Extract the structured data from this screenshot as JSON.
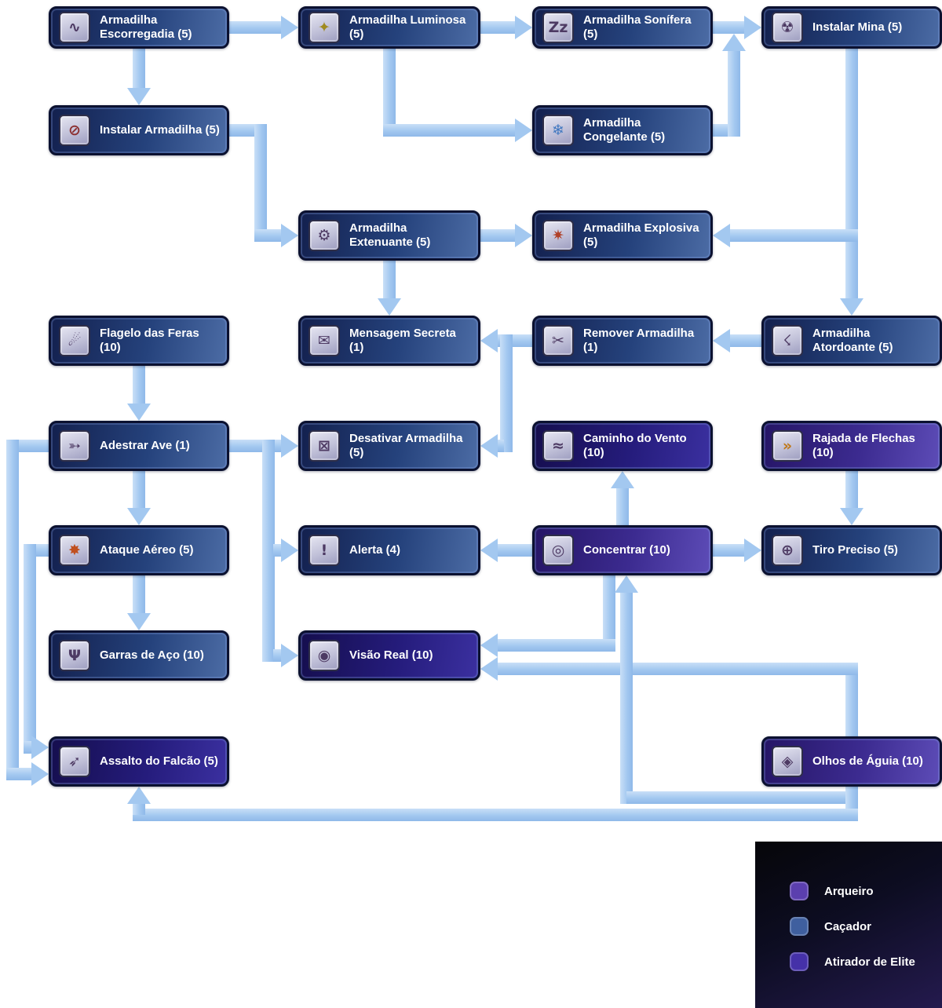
{
  "colors": {
    "arrow": "#a3c8f0",
    "cacador_node": "#25427c",
    "arqueiro_node": "#3c2b90",
    "atirador_node": "#251c7c"
  },
  "nodes": [
    {
      "id": "armadilha-escorregadia",
      "label": "Armadilha Escorregadia (5)",
      "class": "cacador",
      "icon_glyph": "∿"
    },
    {
      "id": "armadilha-luminosa",
      "label": "Armadilha Luminosa (5)",
      "class": "cacador",
      "icon_glyph": "✦"
    },
    {
      "id": "armadilha-sonifera",
      "label": "Armadilha Sonífera (5)",
      "class": "cacador",
      "icon_glyph": "Zz"
    },
    {
      "id": "instalar-mina",
      "label": "Instalar Mina (5)",
      "class": "cacador",
      "icon_glyph": "☢"
    },
    {
      "id": "instalar-armadilha",
      "label": "Instalar Armadilha (5)",
      "class": "cacador",
      "icon_glyph": "⊘"
    },
    {
      "id": "armadilha-congelante",
      "label": "Armadilha Congelante (5)",
      "class": "cacador",
      "icon_glyph": "❄"
    },
    {
      "id": "armadilha-extenuante",
      "label": "Armadilha Extenuante (5)",
      "class": "cacador",
      "icon_glyph": "⚙"
    },
    {
      "id": "armadilha-explosiva",
      "label": "Armadilha Explosiva (5)",
      "class": "cacador",
      "icon_glyph": "✷"
    },
    {
      "id": "flagelo-das-feras",
      "label": "Flagelo das Feras (10)",
      "class": "cacador",
      "icon_glyph": "☄"
    },
    {
      "id": "mensagem-secreta",
      "label": "Mensagem Secreta (1)",
      "class": "cacador",
      "icon_glyph": "✉"
    },
    {
      "id": "remover-armadilha",
      "label": "Remover Armadilha (1)",
      "class": "cacador",
      "icon_glyph": "✂"
    },
    {
      "id": "armadilha-atordoante",
      "label": "Armadilha Atordoante (5)",
      "class": "cacador",
      "icon_glyph": "☇"
    },
    {
      "id": "adestrar-ave",
      "label": "Adestrar Ave (1)",
      "class": "cacador",
      "icon_glyph": "➳"
    },
    {
      "id": "desativar-armadilha",
      "label": "Desativar Armadilha (5)",
      "class": "cacador",
      "icon_glyph": "⊠"
    },
    {
      "id": "caminho-do-vento",
      "label": "Caminho do Vento (10)",
      "class": "atirador",
      "icon_glyph": "≈"
    },
    {
      "id": "rajada-de-flechas",
      "label": "Rajada de Flechas (10)",
      "class": "arqueiro",
      "icon_glyph": "»"
    },
    {
      "id": "ataque-aereo",
      "label": "Ataque Aéreo (5)",
      "class": "cacador",
      "icon_glyph": "✸"
    },
    {
      "id": "alerta",
      "label": "Alerta (4)",
      "class": "cacador",
      "icon_glyph": "!"
    },
    {
      "id": "concentrar",
      "label": "Concentrar (10)",
      "class": "arqueiro",
      "icon_glyph": "◎"
    },
    {
      "id": "tiro-preciso",
      "label": "Tiro Preciso (5)",
      "class": "cacador",
      "icon_glyph": "⊕"
    },
    {
      "id": "garras-de-aco",
      "label": "Garras de Aço (10)",
      "class": "cacador",
      "icon_glyph": "Ψ"
    },
    {
      "id": "visao-real",
      "label": "Visão Real (10)",
      "class": "atirador",
      "icon_glyph": "◉"
    },
    {
      "id": "assalto-do-falcao",
      "label": "Assalto do Falcão (5)",
      "class": "atirador",
      "icon_glyph": "➶"
    },
    {
      "id": "olhos-de-aguia",
      "label": "Olhos de Águia (10)",
      "class": "arqueiro",
      "icon_glyph": "◈"
    }
  ],
  "legend": {
    "items": [
      {
        "label": "Arqueiro",
        "color": "#5b3fae"
      },
      {
        "label": "Caçador",
        "color": "#3f5f9f"
      },
      {
        "label": "Atirador de Elite",
        "color": "#4531a8"
      }
    ]
  }
}
